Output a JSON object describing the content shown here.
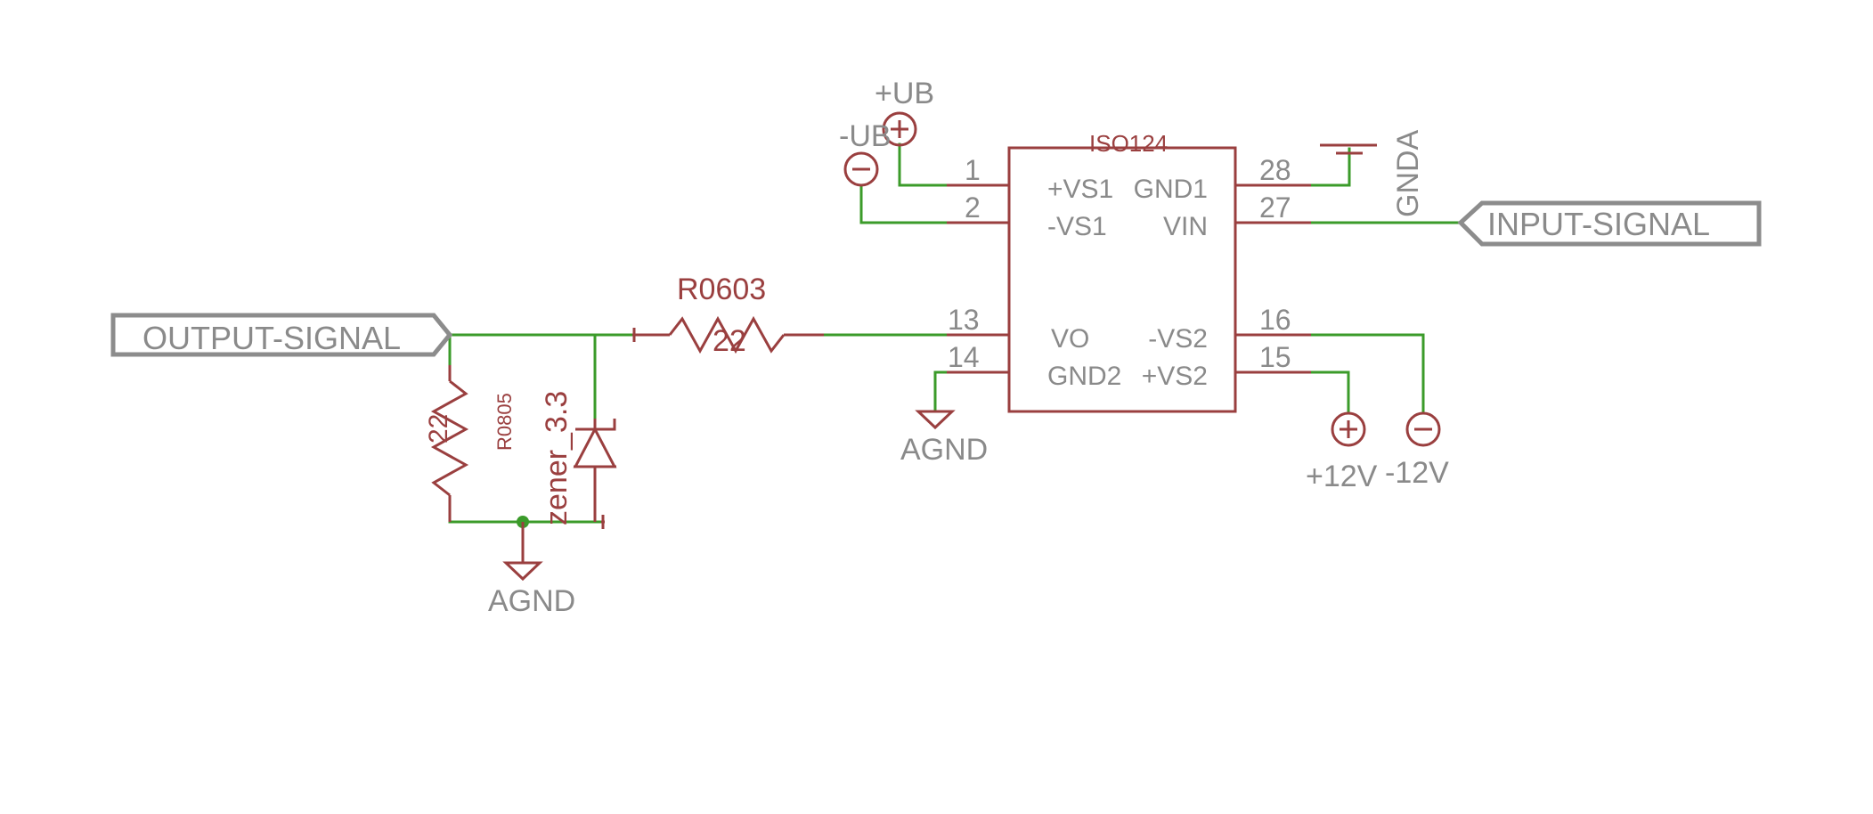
{
  "ports": {
    "output_signal": "OUTPUT-SIGNAL",
    "input_signal": "INPUT-SIGNAL"
  },
  "ic": {
    "name": "ISO124",
    "pins": [
      {
        "number": "1",
        "name": "+VS1"
      },
      {
        "number": "2",
        "name": "-VS1"
      },
      {
        "number": "13",
        "name": "VO"
      },
      {
        "number": "14",
        "name": "GND2"
      },
      {
        "number": "28",
        "name": "GND1"
      },
      {
        "number": "27",
        "name": "VIN"
      },
      {
        "number": "16",
        "name": "-VS2"
      },
      {
        "number": "15",
        "name": "+VS2"
      }
    ]
  },
  "resistor_series": {
    "package": "R0603",
    "value": "22"
  },
  "resistor_shunt": {
    "package": "R0805",
    "value": "22"
  },
  "zener": {
    "label": "zener_3.3"
  },
  "supplies": {
    "plus_ub": "+UB",
    "minus_ub": "-UB",
    "plus_12v": "+12V",
    "minus_12v": "-12V",
    "gnda": "GNDA",
    "agnd_left": "AGND",
    "agnd_mid": "AGND"
  },
  "colors": {
    "wire": "#3b9b2a",
    "symbol": "#9a3f3f",
    "label": "#8a8a8a"
  }
}
